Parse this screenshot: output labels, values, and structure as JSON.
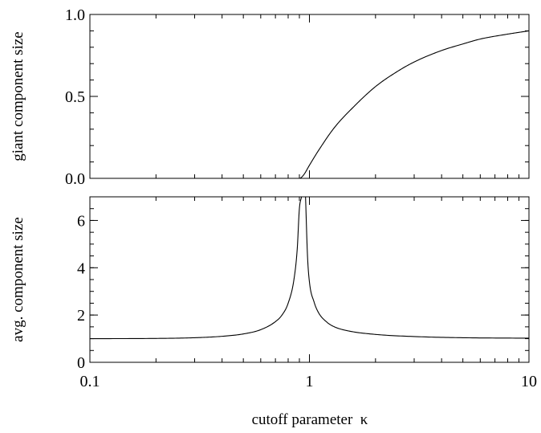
{
  "chart_data": [
    {
      "type": "line",
      "panel": "top",
      "ylabel": "giant component size",
      "xscale": "log",
      "xlim": [
        0.1,
        10
      ],
      "ylim": [
        0,
        1
      ],
      "yticks": [
        0,
        0.5,
        1
      ],
      "yticklabels": [
        "0.0",
        "0.5",
        "1.0"
      ],
      "grid": false,
      "series": [
        {
          "x": [
            0.1,
            0.2,
            0.5,
            0.8,
            0.9,
            0.94,
            1.0,
            1.1,
            1.3,
            1.6,
            2.0,
            2.5,
            3.0,
            4.0,
            5.0,
            6.0,
            8.0,
            10.0
          ],
          "values": [
            0,
            0,
            0,
            0,
            0,
            0.02,
            0.08,
            0.17,
            0.31,
            0.44,
            0.56,
            0.65,
            0.71,
            0.78,
            0.82,
            0.85,
            0.88,
            0.9
          ]
        }
      ]
    },
    {
      "type": "line",
      "panel": "bottom",
      "ylabel": "avg. component size",
      "xlabel": "cutoff parameter  κ",
      "xscale": "log",
      "xlim": [
        0.1,
        10
      ],
      "xticklabels": [
        "0.1",
        "1",
        "10"
      ],
      "ylim": [
        0,
        7
      ],
      "yticks": [
        0,
        2,
        4,
        6
      ],
      "yticklabels": [
        "0",
        "2",
        "4",
        "6"
      ],
      "grid": false,
      "series": [
        {
          "x": [
            0.1,
            0.2,
            0.3,
            0.4,
            0.5,
            0.6,
            0.7,
            0.75,
            0.8,
            0.85,
            0.88,
            0.9,
            0.92
          ],
          "values": [
            1.0,
            1.01,
            1.04,
            1.1,
            1.2,
            1.38,
            1.72,
            2.0,
            2.5,
            3.5,
            4.8,
            6.5,
            7.0
          ]
        },
        {
          "x": [
            0.96,
            0.98,
            1.0,
            1.05,
            1.1,
            1.2,
            1.3,
            1.5,
            2.0,
            3.0,
            5.0,
            10.0
          ],
          "values": [
            7.0,
            4.5,
            3.4,
            2.55,
            2.1,
            1.7,
            1.5,
            1.33,
            1.18,
            1.09,
            1.04,
            1.02
          ]
        }
      ]
    }
  ]
}
